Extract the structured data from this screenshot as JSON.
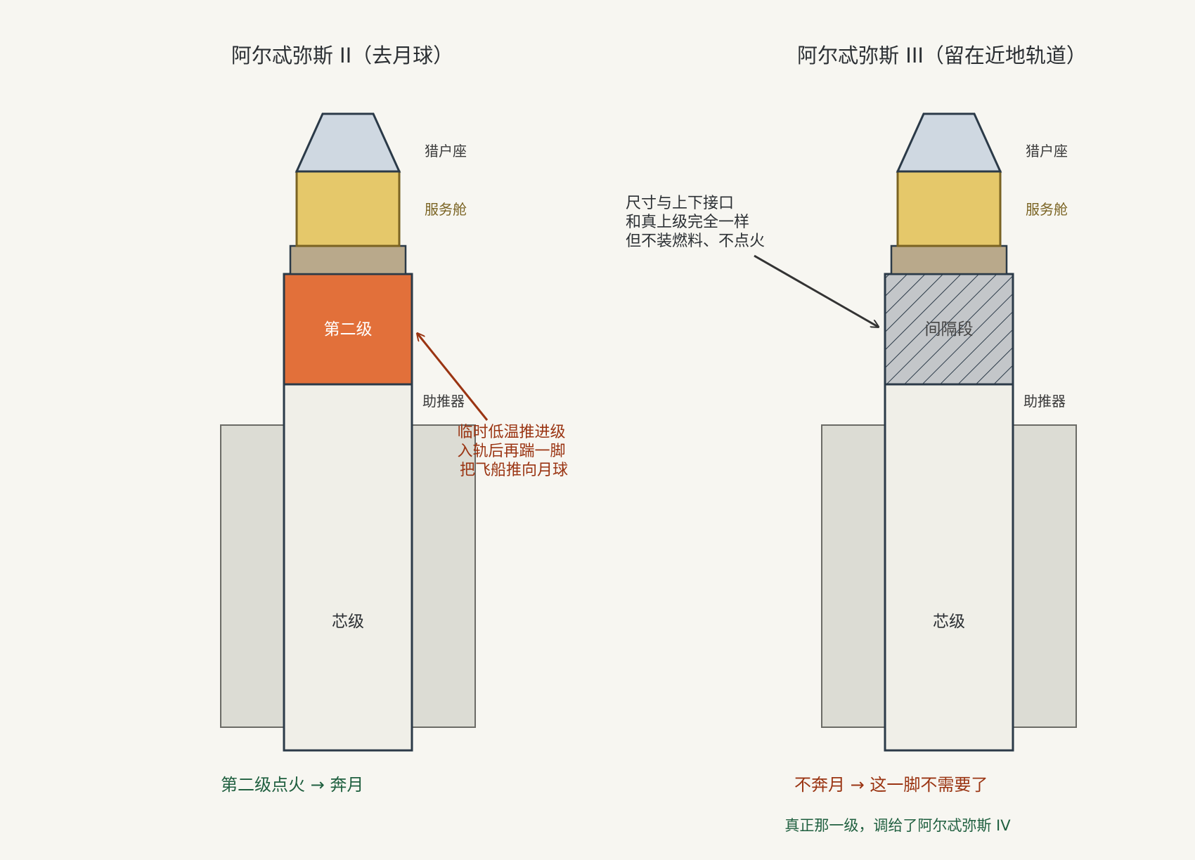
{
  "left": {
    "title": "阿尔忒弥斯 II（去月球）",
    "labels": {
      "orion": "猎户座",
      "service_module": "服务舱",
      "booster": "助推器"
    },
    "stage2_label": "第二级",
    "core_label": "芯级",
    "note": [
      "临时低温推进级",
      "入轨后再踹一脚",
      "把飞船推向月球"
    ],
    "caption": "第二级点火 → 奔月"
  },
  "right": {
    "title": "阿尔忒弥斯 III（留在近地轨道）",
    "labels": {
      "orion": "猎户座",
      "service_module": "服务舱",
      "booster": "助推器"
    },
    "interstage_label": "间隔段",
    "core_label": "芯级",
    "note": [
      "尺寸与上下接口",
      "和真上级完全一样",
      "但不装燃料、不点火"
    ],
    "caption": "不奔月 → 这一脚不需要了",
    "subcaption": "真正那一级，调给了阿尔忒弥斯 IV"
  },
  "colors": {
    "background": "#f7f6f1",
    "capsule": "#cfd8e1",
    "service_module": "#e5c86a",
    "adapter": "#b9a98b",
    "stage2": "#e2703a",
    "interstage": "#c3c6c9",
    "core": "#f0efe8",
    "booster": "#dcdcd4",
    "outline": "#2b3a48",
    "accent_red": "#9a3412",
    "green": "#1f5f3f"
  }
}
